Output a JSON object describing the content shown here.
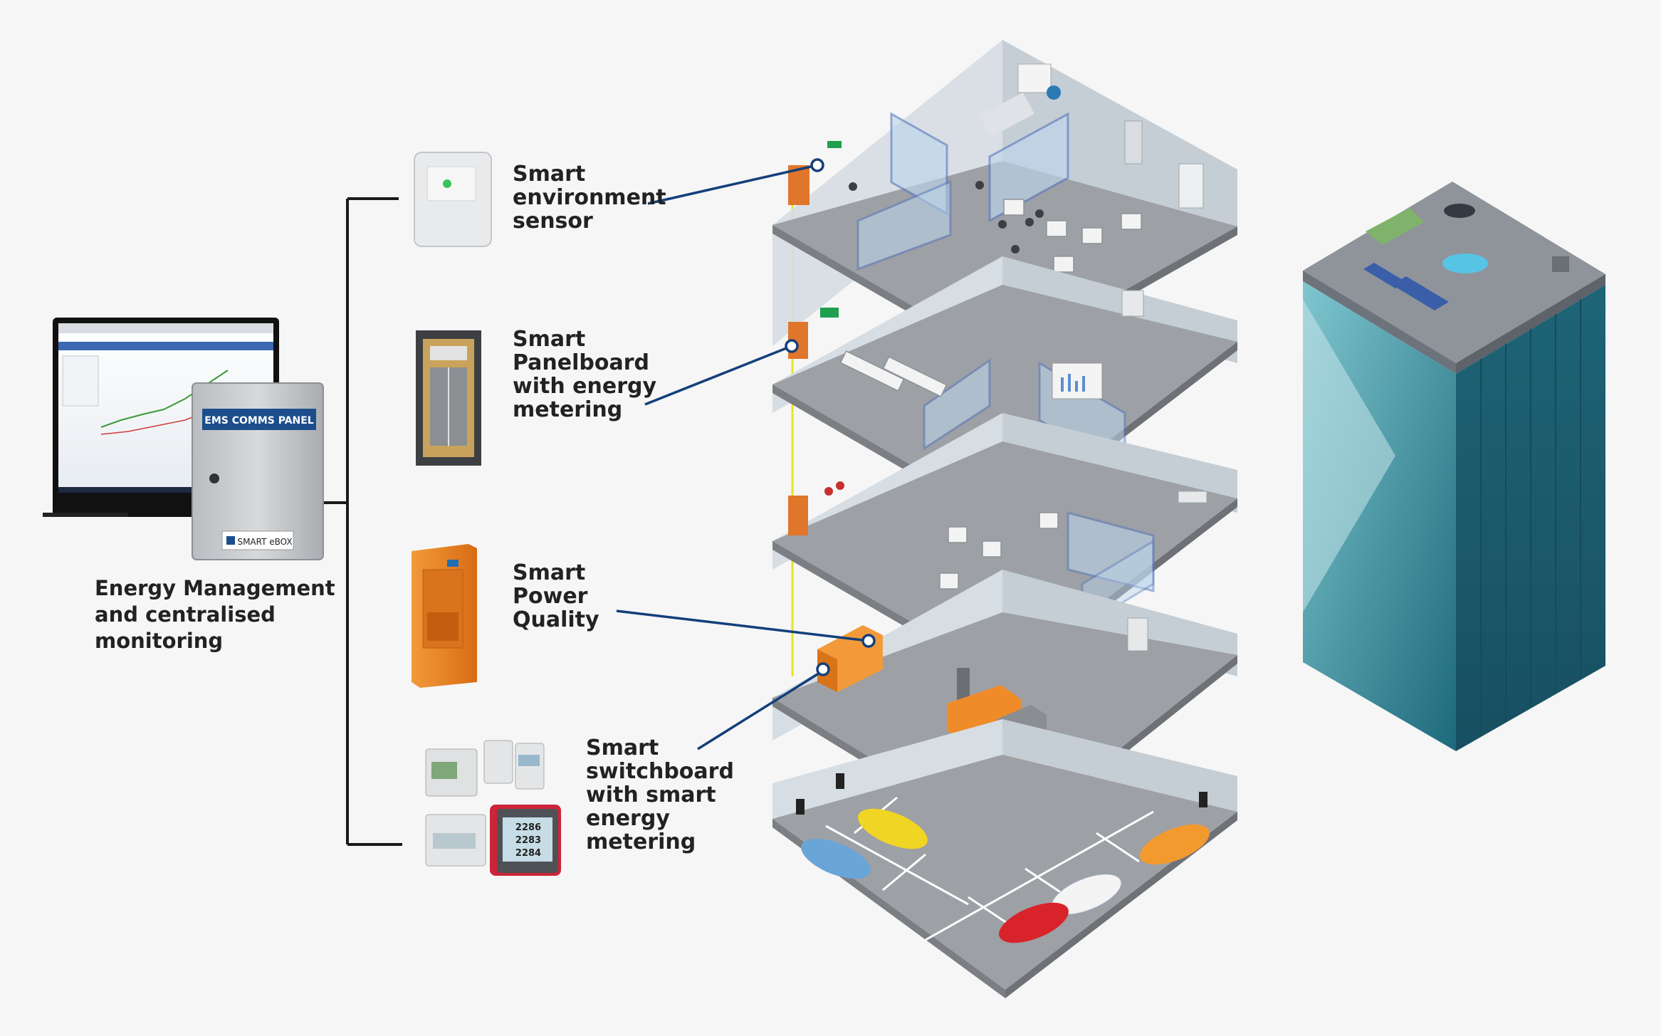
{
  "ems": {
    "panel_title": "EMS COMMS PANEL",
    "panel_badge": "SMART eBOX",
    "caption": "Energy Management\nand centralised\nmonitoring"
  },
  "devices": [
    {
      "id": "environment-sensor",
      "label": "Smart\nenvironment\nsensor"
    },
    {
      "id": "panelboard",
      "label": "Smart\nPanelboard\nwith energy\nmetering"
    },
    {
      "id": "power-quality",
      "label": "Smart\nPower\nQuality"
    },
    {
      "id": "switchboard",
      "label": "Smart\nswitchboard\nwith smart\nenergy\nmetering"
    }
  ],
  "meter_readings": [
    "2286",
    "2283",
    "2284"
  ],
  "colors": {
    "background": "#f6f6f6",
    "connector_line": "#143f7a",
    "bracket_line": "#1a1a1a",
    "floor": "#8e9197",
    "floor_top": "#9ea1a6",
    "wall": "#c9d3da",
    "tower_glass": "#1f6f82",
    "orange_equipment": "#e9832a",
    "ems_badge": "#1c4e8c",
    "cable": "#e8e22a"
  }
}
